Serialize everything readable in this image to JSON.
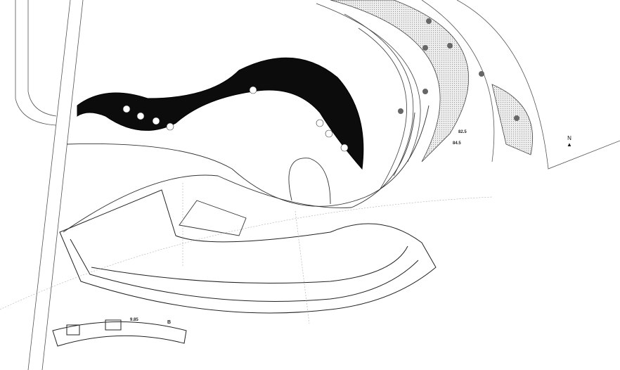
{
  "drawing": {
    "north_label": "N",
    "elevations": [
      "82.5",
      "84.5"
    ],
    "block_label": "B",
    "small_labels": [
      "9.85"
    ]
  },
  "colors": {
    "ink": "#1a1a1a",
    "fill_dark": "#0c0c0c",
    "hatch": "#d9d9d9"
  }
}
